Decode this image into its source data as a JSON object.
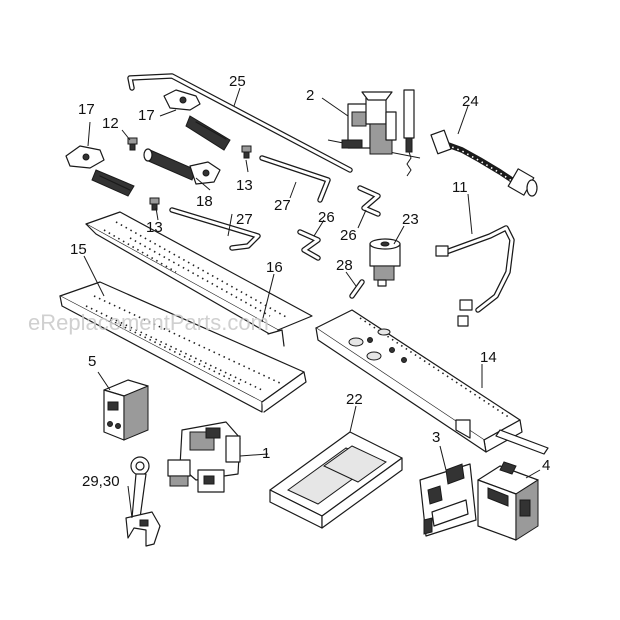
{
  "watermark": "eReplacementParts.com",
  "callouts": {
    "p1": "1",
    "p2": "2",
    "p3": "3",
    "p4": "4",
    "p5": "5",
    "p11": "11",
    "p12": "12",
    "p13a": "13",
    "p13b": "13",
    "p14": "14",
    "p15": "15",
    "p16": "16",
    "p17a": "17",
    "p17b": "17",
    "p18": "18",
    "p22": "22",
    "p23": "23",
    "p24": "24",
    "p25": "25",
    "p26a": "26",
    "p26b": "26",
    "p27a": "27",
    "p27b": "27",
    "p28": "28",
    "p2930": "29,30"
  },
  "colors": {
    "line": "#1a1a1a",
    "background": "#ffffff",
    "watermark": "#c8c8c8"
  }
}
